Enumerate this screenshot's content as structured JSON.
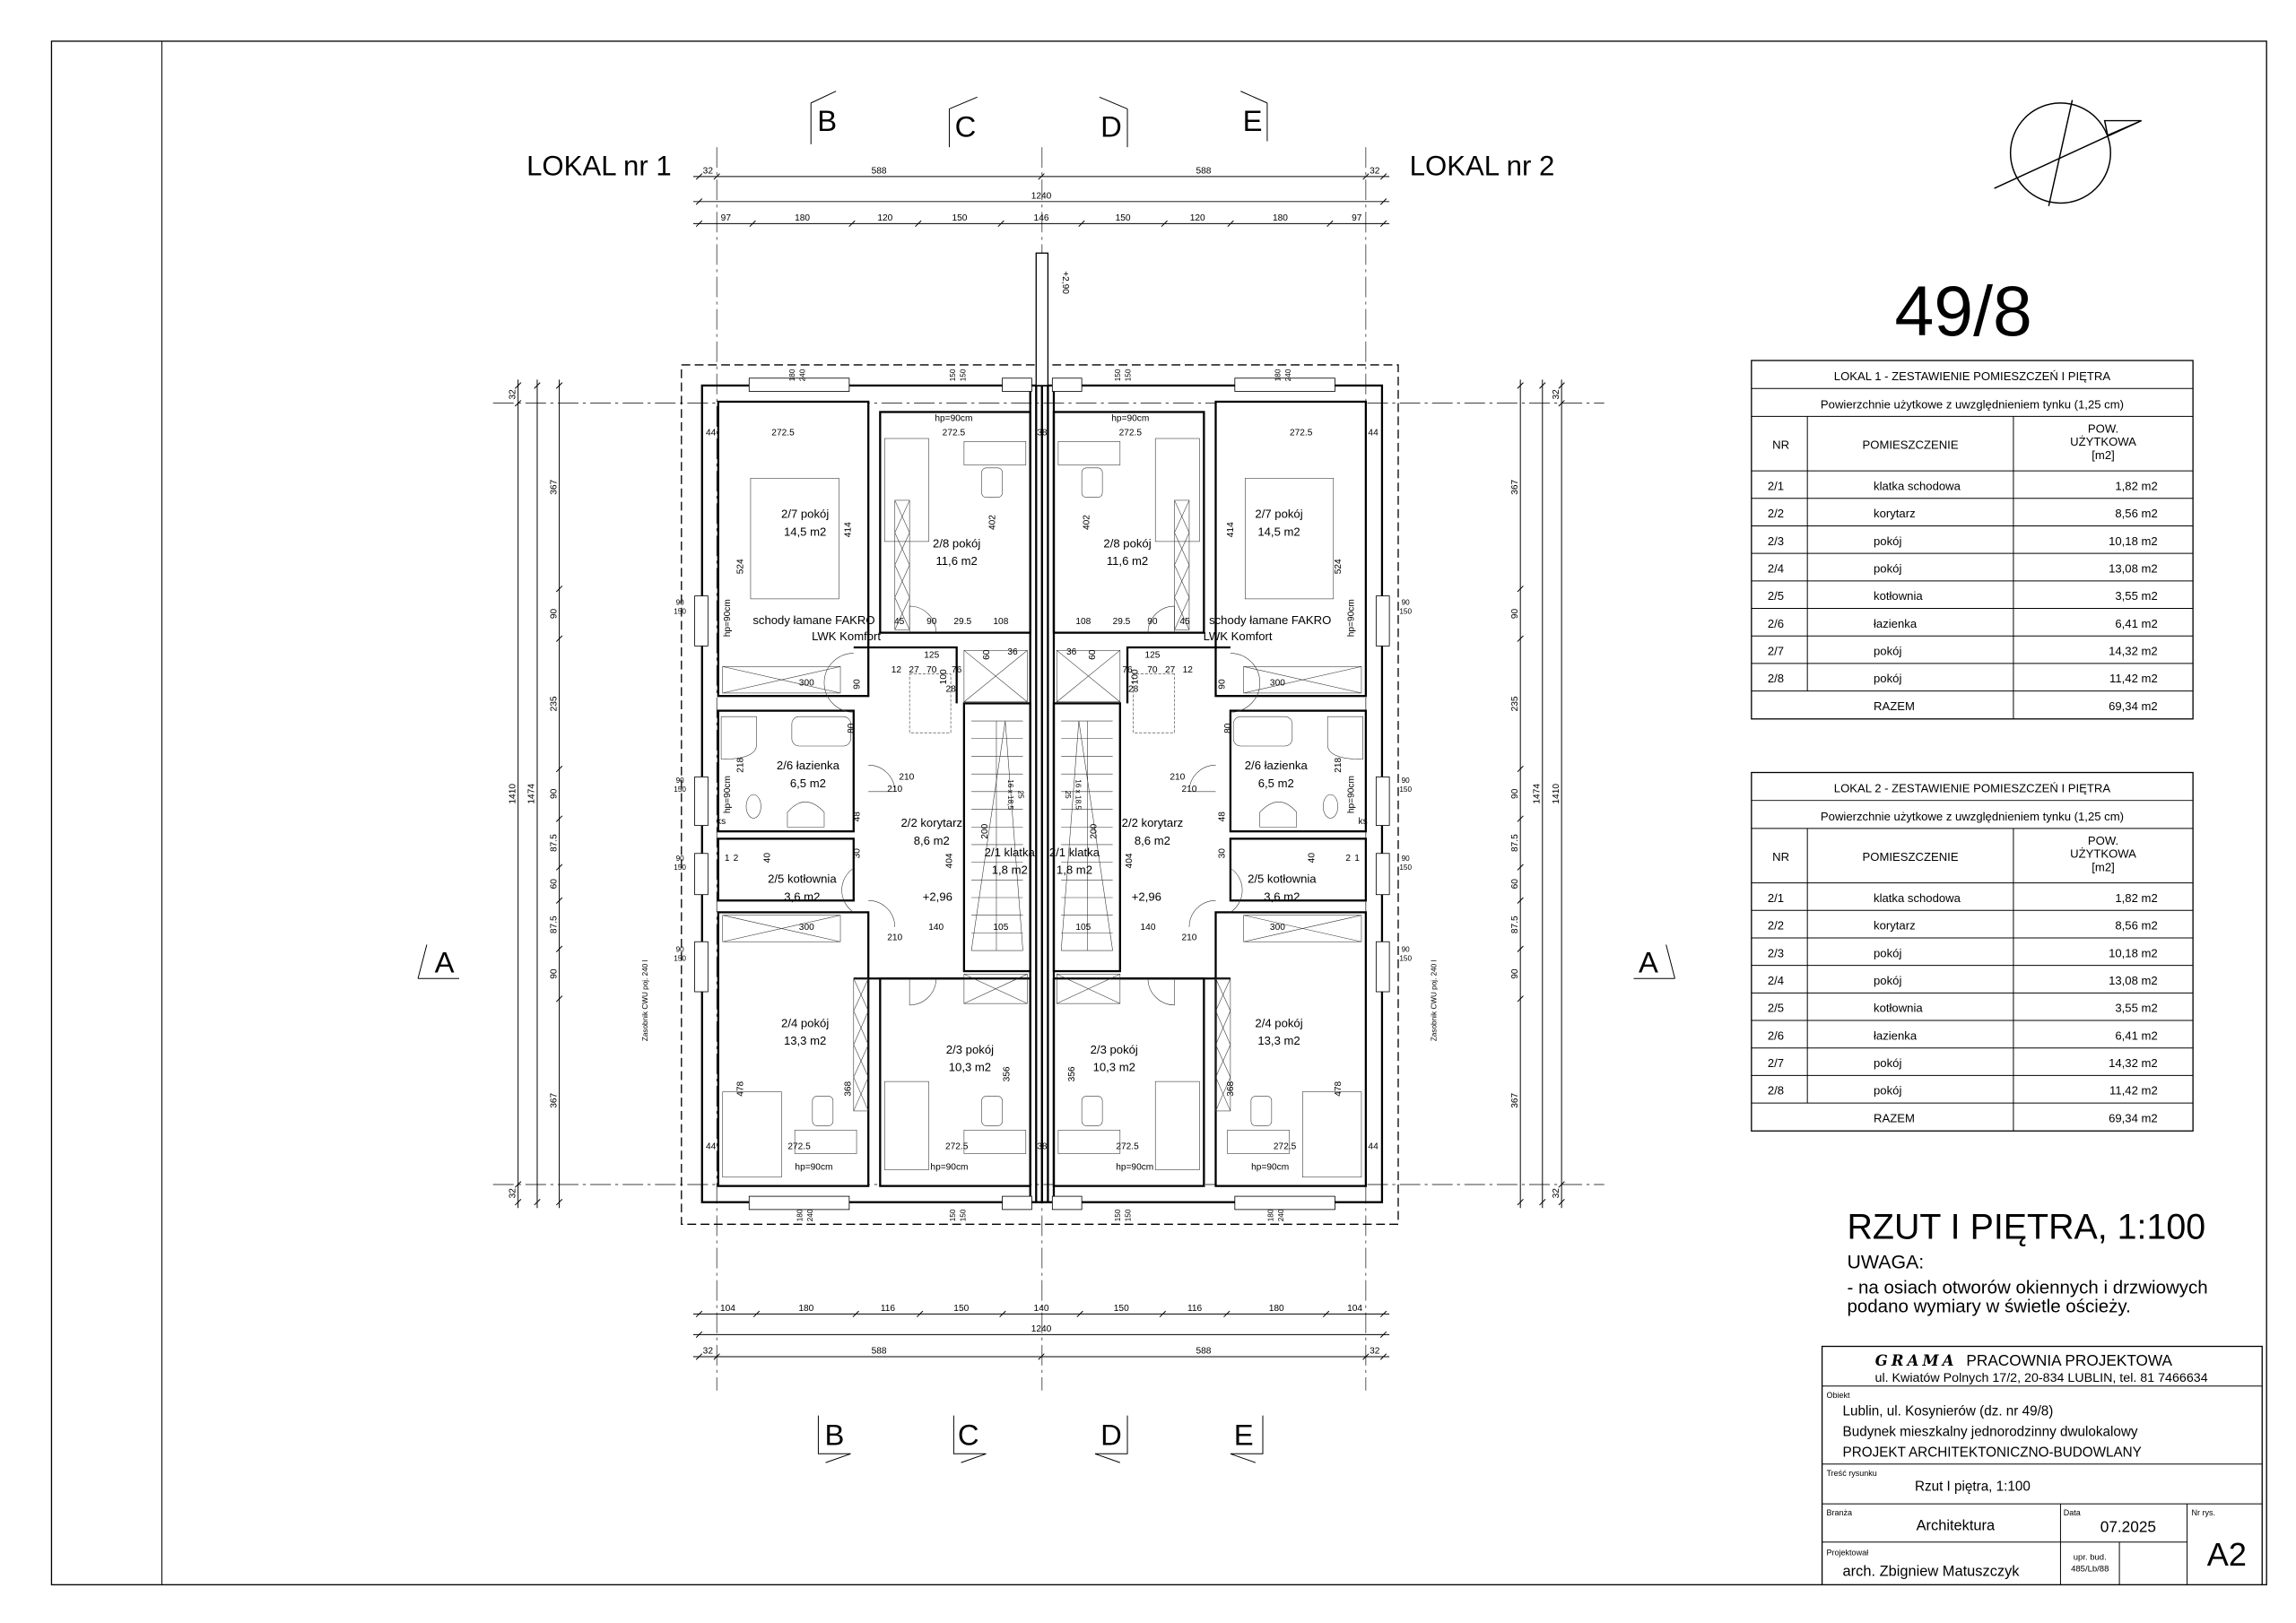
{
  "sheet": {
    "plot_number": "49/8",
    "unit_left": "LOKAL nr 1",
    "unit_right": "LOKAL nr 2",
    "section_b": "B",
    "section_c": "C",
    "section_d": "D",
    "section_e": "E",
    "section_a": "A",
    "chimney_level": "+2,90",
    "tank_note": "Zasobnik CWU poj. 240 l",
    "stair_note": "schody łamane FAKRO",
    "stair_note_2": "LWK Komfort",
    "stair_steps": "16 x 18,5",
    "stair_tread": "25",
    "level_mark": "+2,96",
    "party_wall": "38",
    "window_heights": [
      "180",
      "240",
      "150",
      "150"
    ]
  },
  "dimensions": {
    "top_axes": [
      "32",
      "588",
      "588",
      "32"
    ],
    "top_total": [
      "1240"
    ],
    "top_openings": [
      "97",
      "180",
      "120",
      "150",
      "146",
      "150",
      "120",
      "180",
      "97"
    ],
    "bottom_openings": [
      "104",
      "180",
      "116",
      "150",
      "140",
      "150",
      "116",
      "180",
      "104"
    ],
    "bottom_total": [
      "1240"
    ],
    "bottom_axes": [
      "32",
      "588",
      "588",
      "32"
    ],
    "side_axes": [
      "32",
      "1410",
      "32"
    ],
    "side_total": [
      "1474"
    ],
    "side_chain": [
      "367",
      "90",
      "235",
      "90",
      "87.5",
      "60",
      "87.5",
      "90",
      "367"
    ],
    "side_window_marks": [
      "90",
      "150"
    ]
  },
  "rooms": [
    {
      "label": "2/7 pokój",
      "area": "14,5 m2"
    },
    {
      "label": "2/8 pokój",
      "area": "11,6 m2"
    },
    {
      "label": "2/6 łazienka",
      "area": "6,5 m2"
    },
    {
      "label": "2/2 korytarz",
      "area": "8,6 m2"
    },
    {
      "label": "2/1 klatka",
      "area": "1,8 m2"
    },
    {
      "label": "2/5 kotłownia",
      "area": "3,6 m2"
    },
    {
      "label": "2/4 pokój",
      "area": "13,3 m2"
    },
    {
      "label": "2/3 pokój",
      "area": "10,3 m2"
    }
  ],
  "interior_dims": [
    "272.5",
    "272.5",
    "hp=90cm",
    "44",
    "414",
    "524",
    "402",
    "45",
    "90",
    "29.5",
    "108",
    "125",
    "300",
    "218",
    "80",
    "404",
    "200",
    "140",
    "105",
    "300",
    "478",
    "368",
    "356",
    "272.5",
    "272.5",
    "hp=90cm",
    "hp=90cm",
    "44",
    "90",
    "210",
    "100",
    "36",
    "60",
    "76",
    "12",
    "27",
    "70",
    "28",
    "48",
    "30",
    "40",
    "hp=90cm",
    "hp=90cm",
    "ks",
    "1",
    "2"
  ],
  "tables": {
    "lokal1": {
      "title": "LOKAL 1 - ZESTAWIENIE POMIESZCZEŃ I PIĘTRA",
      "subtitle": "Powierzchnie użytkowe z uwzględnieniem tynku (1,25 cm)",
      "col_nr": "NR",
      "col_name": "POMIESZCZENIE",
      "col_area": [
        "POW.",
        "UŻYTKOWA",
        "[m2]"
      ],
      "rows": [
        {
          "nr": "2/1",
          "name": "klatka schodowa",
          "area": "1,82 m2"
        },
        {
          "nr": "2/2",
          "name": "korytarz",
          "area": "8,56 m2"
        },
        {
          "nr": "2/3",
          "name": "pokój",
          "area": "10,18 m2"
        },
        {
          "nr": "2/4",
          "name": "pokój",
          "area": "13,08 m2"
        },
        {
          "nr": "2/5",
          "name": "kotłownia",
          "area": "3,55 m2"
        },
        {
          "nr": "2/6",
          "name": "łazienka",
          "area": "6,41 m2"
        },
        {
          "nr": "2/7",
          "name": "pokój",
          "area": "14,32 m2"
        },
        {
          "nr": "2/8",
          "name": "pokój",
          "area": "11,42 m2"
        }
      ],
      "total_label": "RAZEM",
      "total": "69,34 m2"
    },
    "lokal2": {
      "title": "LOKAL 2 - ZESTAWIENIE POMIESZCZEŃ I PIĘTRA",
      "subtitle": "Powierzchnie użytkowe z uwzględnieniem tynku (1,25 cm)",
      "col_nr": "NR",
      "col_name": "POMIESZCZENIE",
      "col_area": [
        "POW.",
        "UŻYTKOWA",
        "[m2]"
      ],
      "rows": [
        {
          "nr": "2/1",
          "name": "klatka schodowa",
          "area": "1,82 m2"
        },
        {
          "nr": "2/2",
          "name": "korytarz",
          "area": "8,56 m2"
        },
        {
          "nr": "2/3",
          "name": "pokój",
          "area": "10,18 m2"
        },
        {
          "nr": "2/4",
          "name": "pokój",
          "area": "13,08 m2"
        },
        {
          "nr": "2/5",
          "name": "kotłownia",
          "area": "3,55 m2"
        },
        {
          "nr": "2/6",
          "name": "łazienka",
          "area": "6,41 m2"
        },
        {
          "nr": "2/7",
          "name": "pokój",
          "area": "14,32 m2"
        },
        {
          "nr": "2/8",
          "name": "pokój",
          "area": "11,42 m2"
        }
      ],
      "total_label": "RAZEM",
      "total": "69,34 m2"
    }
  },
  "drawing_title": "RZUT I PIĘTRA, 1:100",
  "note": {
    "heading": "UWAGA:",
    "line1": "- na osiach otworów okiennych i drzwiowych",
    "line2": "podano wymiary w świetle ościeży."
  },
  "title_block": {
    "firm_logo": "GRAMA",
    "firm_name": "PRACOWNIA PROJEKTOWA",
    "firm_address": "ul. Kwiatów Polnych 17/2, 20-834 LUBLIN, tel. 81 7466634",
    "object_label": "Obiekt",
    "object_line1": "Lublin, ul. Kosynierów (dz. nr 49/8)",
    "object_line2": "Budynek mieszkalny jednorodzinny dwulokalowy",
    "object_line3": "PROJEKT ARCHITEKTONICZNO-BUDOWLANY",
    "content_label": "Treść rysunku",
    "content": "Rzut I piętra, 1:100",
    "branch_label": "Branża",
    "branch": "Architektura",
    "date_label": "Data",
    "date": "07.2025",
    "sheet_no_label": "Nr rys.",
    "sheet_no": "A2",
    "designer_label": "Projektował",
    "designer": "arch. Zbigniew Matuszczyk",
    "license_1": "upr. bud.",
    "license_2": "485/Lb/88"
  }
}
